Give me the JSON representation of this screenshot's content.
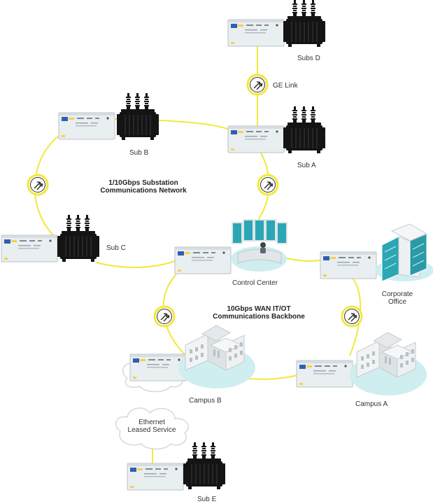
{
  "colors": {
    "link": "#f2e83a",
    "text": "#333333",
    "device_face": "#e9eef1",
    "device_edge": "#b9c3c9",
    "device_logo": "#2f5fb3",
    "transformer": "#141414",
    "building": "#f2f3f4",
    "pad": "#cfeef0",
    "glass": "#2aa6b4"
  },
  "sites": {
    "subs_d": {
      "label": "Subs D",
      "icon": "transformer-icon"
    },
    "sub_a": {
      "label": "Sub A",
      "icon": "transformer-icon"
    },
    "sub_b": {
      "label": "Sub B",
      "icon": "transformer-icon"
    },
    "sub_c": {
      "label": "Sub C",
      "icon": "transformer-icon"
    },
    "control_center": {
      "label": "Control Center",
      "icon": "control-room-icon"
    },
    "corporate_office": {
      "label_line1": "Corporate",
      "label_line2": "Office",
      "icon": "office-building-icon"
    },
    "campus_b": {
      "label": "Campus B",
      "icon": "campus-building-icon"
    },
    "campus_a": {
      "label": "Campus A",
      "icon": "campus-building-icon"
    },
    "sub_e": {
      "label": "Sub E",
      "icon": "transformer-icon"
    }
  },
  "links": {
    "ge_link": {
      "label": "GE Link",
      "icon": "link-icon"
    }
  },
  "networks": {
    "substation": {
      "line1": "1/10Gbps Substation",
      "line2": "Communications Network"
    },
    "wan": {
      "line1": "10Gbps WAN IT/OT",
      "line2": "Communications Backbone"
    }
  },
  "ethernet_cloud": {
    "line1": "Ethernet",
    "line2": "Leased Service",
    "icon": "cloud-icon"
  }
}
